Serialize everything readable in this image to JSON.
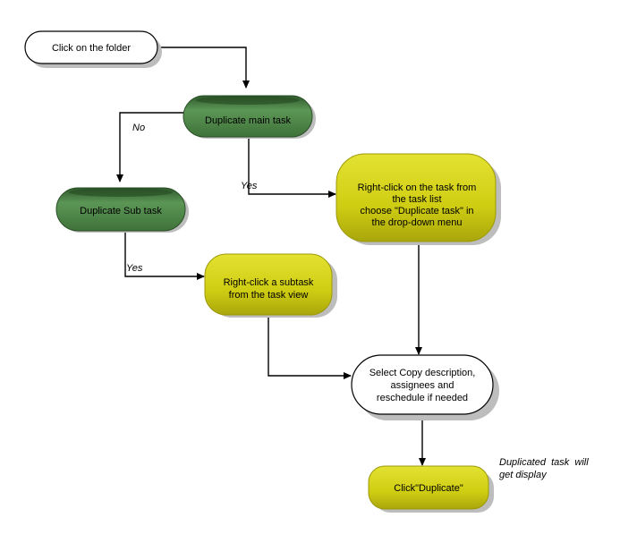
{
  "nodes": {
    "start": {
      "lines": [
        "Click on the folder"
      ]
    },
    "main_task": {
      "lines": [
        "Duplicate main task"
      ]
    },
    "sub_task": {
      "lines": [
        "Duplicate Sub task"
      ]
    },
    "rightclick_task": {
      "lines": [
        "Right-click on the task from",
        "the task list",
        "choose \"Duplicate task\" in",
        "the drop-down menu"
      ]
    },
    "rightclick_subtask": {
      "lines": [
        "Right-click a subtask",
        "from the task view"
      ]
    },
    "select_copy": {
      "lines": [
        "Select Copy description,",
        "assignees and",
        "reschedule if needed"
      ]
    },
    "click_duplicate": {
      "lines": [
        "Click\"Duplicate\""
      ]
    }
  },
  "edge_labels": {
    "no": "No",
    "yes_main": "Yes",
    "yes_sub": "Yes"
  },
  "note": {
    "lines": [
      "Duplicated  task  will",
      "get display"
    ]
  },
  "colors": {
    "green_fill": "#4f8a4a",
    "green_dark": "#2f5a2c",
    "yellow_fill": "#d4d21a",
    "yellow_dark": "#8f8c0c",
    "white_fill": "#ffffff",
    "shadow": "#bdbdbd",
    "line": "#000000"
  }
}
